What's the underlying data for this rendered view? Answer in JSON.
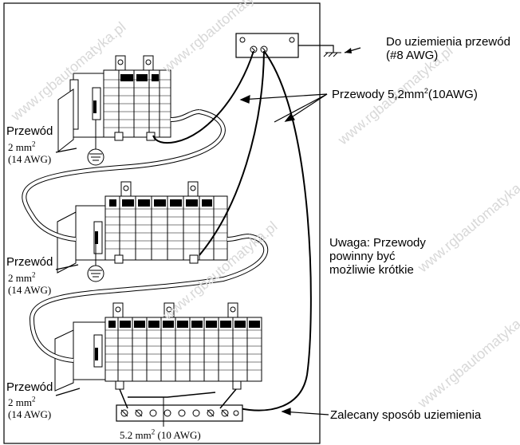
{
  "labels": {
    "ground_conductor_line1": "Do uziemienia przewód",
    "ground_conductor_line2": "(#8 AWG)",
    "conductors_label": "Przewody 5,2mm",
    "conductors_sup": "2",
    "conductors_suffix": "(10AWG)",
    "note_line1": "Uwaga: Przewody",
    "note_line2": "powinny być",
    "note_line3": "możliwie krótkie",
    "recommended_grounding": "Zalecany sposób uziemienia",
    "bottom_bus_wire": "5.2 mm",
    "bottom_bus_wire_sup": "2",
    "bottom_bus_wire_suffix": " (10 AWG)"
  },
  "chassis": [
    {
      "wire_label": "Przewód",
      "size": "2 mm",
      "size_sup": "2",
      "awg": "(14 AWG)"
    },
    {
      "wire_label": "Przewód",
      "size": "2 mm",
      "size_sup": "2",
      "awg": "(14 AWG)"
    },
    {
      "wire_label": "Przewód",
      "size": "2 mm",
      "size_sup": "2",
      "awg": "(14 AWG)"
    }
  ],
  "watermark": "www.rgbautomatyka.pl"
}
